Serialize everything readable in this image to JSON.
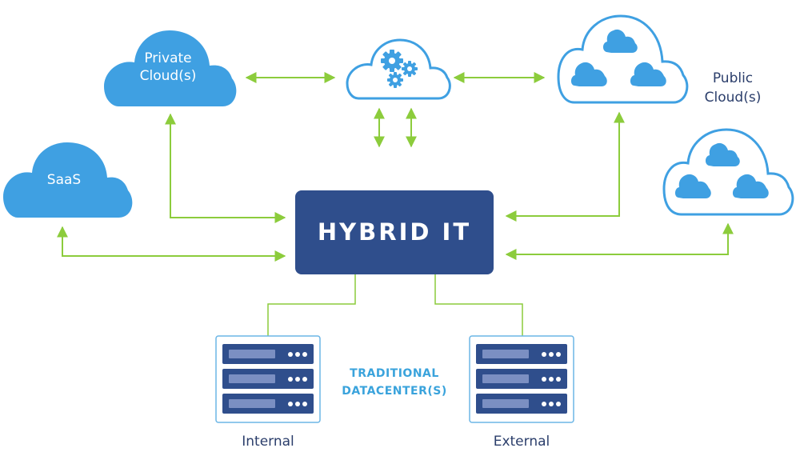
{
  "colors": {
    "cloud_blue": "#3fa0e2",
    "outline_blue": "#3fa0e2",
    "hybrid_box": "#2f4e8c",
    "arrow_green": "#8ccc3c",
    "server_dark": "#2f4e8c",
    "server_bar": "#7b8fc2",
    "label_dark": "#2b3e6b",
    "label_light": "#3aa3dc"
  },
  "nodes": {
    "private_cloud": {
      "line1": "Private",
      "line2": "Cloud(s)"
    },
    "saas": {
      "label": "SaaS"
    },
    "management_cloud": {
      "icon": "gears-icon"
    },
    "public_cloud": {
      "line1": "Public",
      "line2": "Cloud(s)"
    },
    "hybrid_it": {
      "label": "HYBRID IT"
    },
    "traditional": {
      "line1": "TRADITIONAL",
      "line2": "DATACENTER(S)"
    },
    "internal": {
      "label": "Internal"
    },
    "external": {
      "label": "External"
    }
  }
}
